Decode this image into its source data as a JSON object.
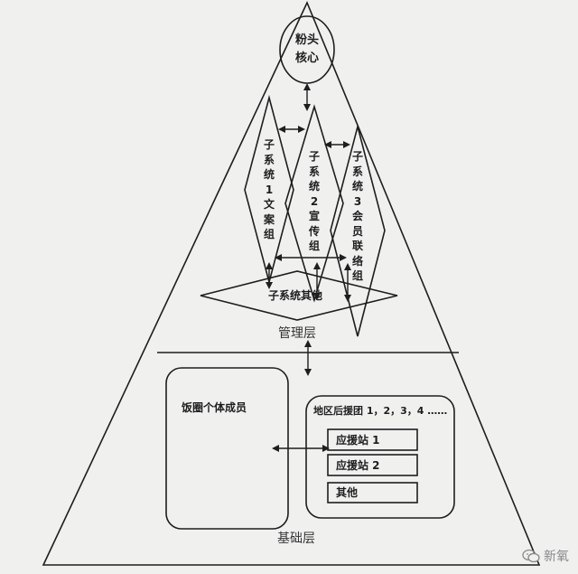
{
  "core": {
    "line1": "粉头",
    "line2": "核心"
  },
  "subsystems": [
    {
      "label": "子系统1文案组"
    },
    {
      "label": "子系统2宣传组"
    },
    {
      "label": "子系统3会员联络组"
    }
  ],
  "subsystem_other": "子系统其他",
  "management_layer": "管理层",
  "base_layer": "基础层",
  "individual_members": "饭圈个体成员",
  "regional_groups": {
    "title": "地区后援团 1，2，3，4 ……",
    "stations": [
      "应援站 1",
      "应援站 2",
      "其他"
    ]
  },
  "watermark": "新氧",
  "colors": {
    "line": "#1e1e1e",
    "background": "#f0f0ef",
    "watermark": "#888888"
  }
}
